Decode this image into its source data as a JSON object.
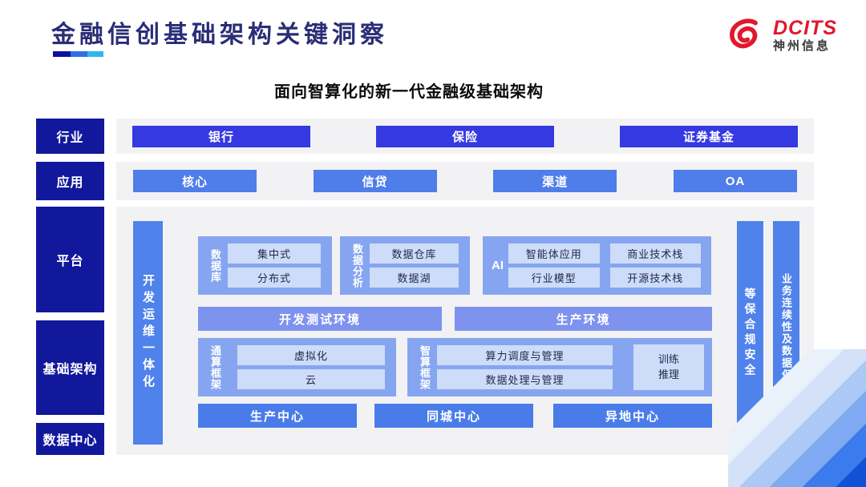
{
  "title": {
    "text": "金融信创基础架构关键洞察"
  },
  "logo": {
    "brand": "DCITS",
    "company": "神州信息"
  },
  "subtitle": "面向智算化的新一代金融级基础架构",
  "rows": {
    "industry": {
      "label": "行业",
      "items": [
        "银行",
        "保险",
        "证券基金"
      ]
    },
    "application": {
      "label": "应用",
      "items": [
        "核心",
        "信贷",
        "渠道",
        "OA"
      ]
    }
  },
  "side_labels": {
    "platform": "平台",
    "infrastructure": "基础架构",
    "datacenter": "数据中心"
  },
  "platform": {
    "devops_bar": "开发运维一体化",
    "database": {
      "label": "数据库",
      "items": [
        "集中式",
        "分布式"
      ]
    },
    "analytics": {
      "label": "数据分析",
      "items": [
        "数据仓库",
        "数据湖"
      ]
    },
    "ai": {
      "label": "AI",
      "items": [
        "智能体应用",
        "商业技术栈",
        "行业模型",
        "开源技术栈"
      ]
    },
    "environments": {
      "dev": "开发测试环境",
      "prod": "生产环境"
    },
    "general_compute": {
      "label": "通算框架",
      "items": [
        "虚拟化",
        "云"
      ]
    },
    "intelligent_compute": {
      "label": "智算框架",
      "items": [
        "算力调度与管理",
        "数据处理与管理"
      ],
      "side_item": "训练推理"
    },
    "centers": [
      "生产中心",
      "同城中心",
      "异地中心"
    ],
    "security_bar": "等保合规安全",
    "continuity_bar": "业务连续性及数据保护"
  },
  "colors": {
    "navy_label": "#12189c",
    "industry_box": "#3439e1",
    "app_box": "#4f7de9",
    "bar_blue": "#4f82ea",
    "section_container": "#86a5f0",
    "inner_box": "#cddcf8",
    "env_box": "#7e93ee",
    "panel_gray": "#f2f2f4",
    "brand_red": "#e2182d",
    "title_navy": "#2a2d76"
  }
}
